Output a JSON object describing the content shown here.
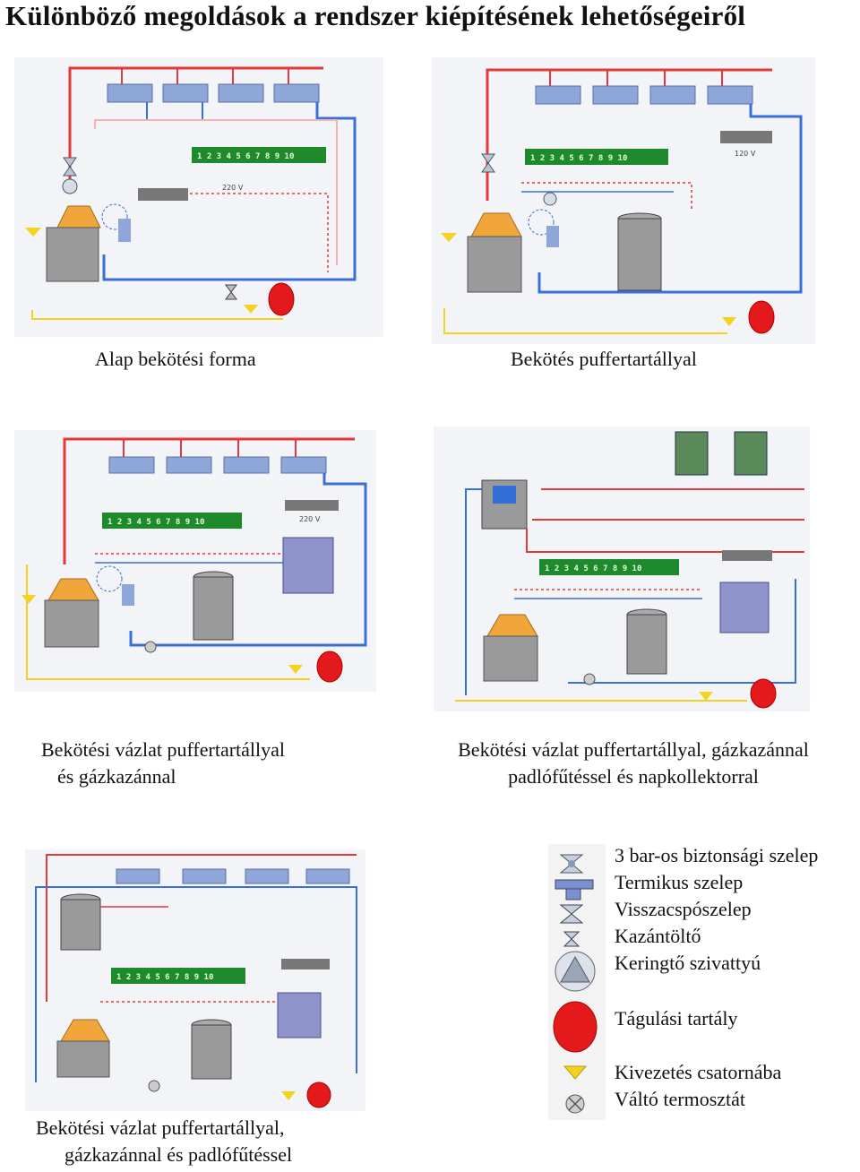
{
  "page": {
    "title": "Különböző megoldások a rendszer kiépítésének lehetőségeiről"
  },
  "diagrams": [
    {
      "id": "d1",
      "caption_lines": [
        "Alap bekötési forma"
      ],
      "controller_numbers": [
        "1",
        "2",
        "3",
        "4",
        "5",
        "6",
        "7",
        "8",
        "9",
        "10"
      ],
      "voltage": "220 V"
    },
    {
      "id": "d2",
      "caption_lines": [
        "Bekötés puffertartállyal"
      ],
      "controller_numbers": [
        "1",
        "2",
        "3",
        "4",
        "5",
        "6",
        "7",
        "8",
        "9",
        "10"
      ],
      "voltage": "120 V"
    },
    {
      "id": "d3",
      "caption_lines": [
        "Bekötési vázlat puffertartállyal",
        "és  gázkazánnal"
      ],
      "controller_numbers": [
        "1",
        "2",
        "3",
        "4",
        "5",
        "6",
        "7",
        "8",
        "9",
        "10"
      ],
      "voltage": "220 V"
    },
    {
      "id": "d4",
      "caption_lines": [
        "Bekötési vázlat puffertartállyal, gázkazánnal",
        "padlófűtéssel és napkollektorral"
      ],
      "controller_numbers": [
        "1",
        "2",
        "3",
        "4",
        "5",
        "6",
        "7",
        "8",
        "9",
        "10"
      ],
      "voltage": ""
    },
    {
      "id": "d5",
      "caption_lines": [
        "Bekötési vázlat puffertartállyal,",
        "gázkazánnal és padlófűtéssel"
      ],
      "controller_numbers": [
        "1",
        "2",
        "3",
        "4",
        "5",
        "6",
        "7",
        "8",
        "9",
        "10"
      ],
      "voltage": ""
    }
  ],
  "legend": [
    {
      "icon": "safety-valve-icon",
      "label": "3 bar-os biztonsági szelep"
    },
    {
      "icon": "thermal-valve-icon",
      "label": "Termikus szelep"
    },
    {
      "icon": "check-valve-icon",
      "label": "Visszacspószelep"
    },
    {
      "icon": "boiler-filler-icon",
      "label": "Kazántöltő"
    },
    {
      "icon": "circulation-pump-icon",
      "label": "Keringtő szivattyú"
    },
    {
      "icon": "expansion-tank-icon",
      "label": "Tágulási tartály"
    },
    {
      "icon": "drain-funnel-icon",
      "label": "Kivezetés csatornába"
    },
    {
      "icon": "switch-thermostat-icon",
      "label": "Váltó termosztát"
    }
  ],
  "colors": {
    "supply_pipe": "#e23a3a",
    "return_pipe": "#3b6fd6",
    "controller": "#1f8a2b",
    "expansion_tank": "#e3191c",
    "drain": "#f4d21f",
    "radiator": "#8fa6d8",
    "boiler_top": "#f0a63a"
  }
}
